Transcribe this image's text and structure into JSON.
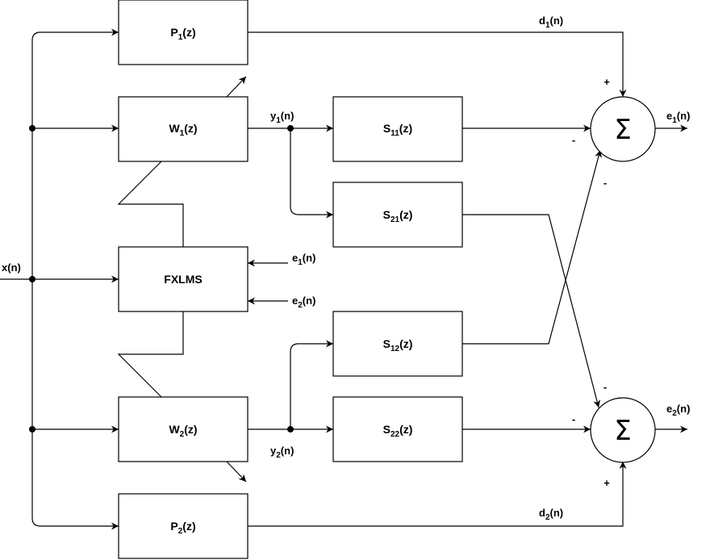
{
  "blocks": {
    "p1": {
      "main": "P",
      "sub": "1",
      "suffix": "(z)"
    },
    "w1": {
      "main": "W",
      "sub": "1",
      "suffix": "(z)"
    },
    "fxlms": {
      "main": "FXLMS",
      "sub": "",
      "suffix": ""
    },
    "w2": {
      "main": "W",
      "sub": "2",
      "suffix": "(z)"
    },
    "p2": {
      "main": "P",
      "sub": "2",
      "suffix": "(z)"
    },
    "s11": {
      "main": "S",
      "sub": "11",
      "suffix": "(z)"
    },
    "s21": {
      "main": "S",
      "sub": "21",
      "suffix": "(z)"
    },
    "s12": {
      "main": "S",
      "sub": "12",
      "suffix": "(z)"
    },
    "s22": {
      "main": "S",
      "sub": "22",
      "suffix": "(z)"
    }
  },
  "signals": {
    "x": {
      "main": "x",
      "sub": "",
      "suffix": "(n)"
    },
    "d1": {
      "main": "d",
      "sub": "1",
      "suffix": "(n)"
    },
    "d2": {
      "main": "d",
      "sub": "2",
      "suffix": "(n)"
    },
    "y1": {
      "main": "y",
      "sub": "1",
      "suffix": "(n)"
    },
    "y2": {
      "main": "y",
      "sub": "2",
      "suffix": "(n)"
    },
    "e1_in": {
      "main": "e",
      "sub": "1",
      "suffix": "(n)"
    },
    "e2_in": {
      "main": "e",
      "sub": "2",
      "suffix": "(n)"
    },
    "e1_out": {
      "main": "e",
      "sub": "1",
      "suffix": "(n)"
    },
    "e2_out": {
      "main": "e",
      "sub": "2",
      "suffix": "(n)"
    }
  },
  "summers": {
    "sum1": {
      "symbol": "Σ",
      "plus": "+",
      "minus_a": "-",
      "minus_b": "-"
    },
    "sum2": {
      "symbol": "Σ",
      "plus": "+",
      "minus_a": "-",
      "minus_b": "-"
    }
  }
}
